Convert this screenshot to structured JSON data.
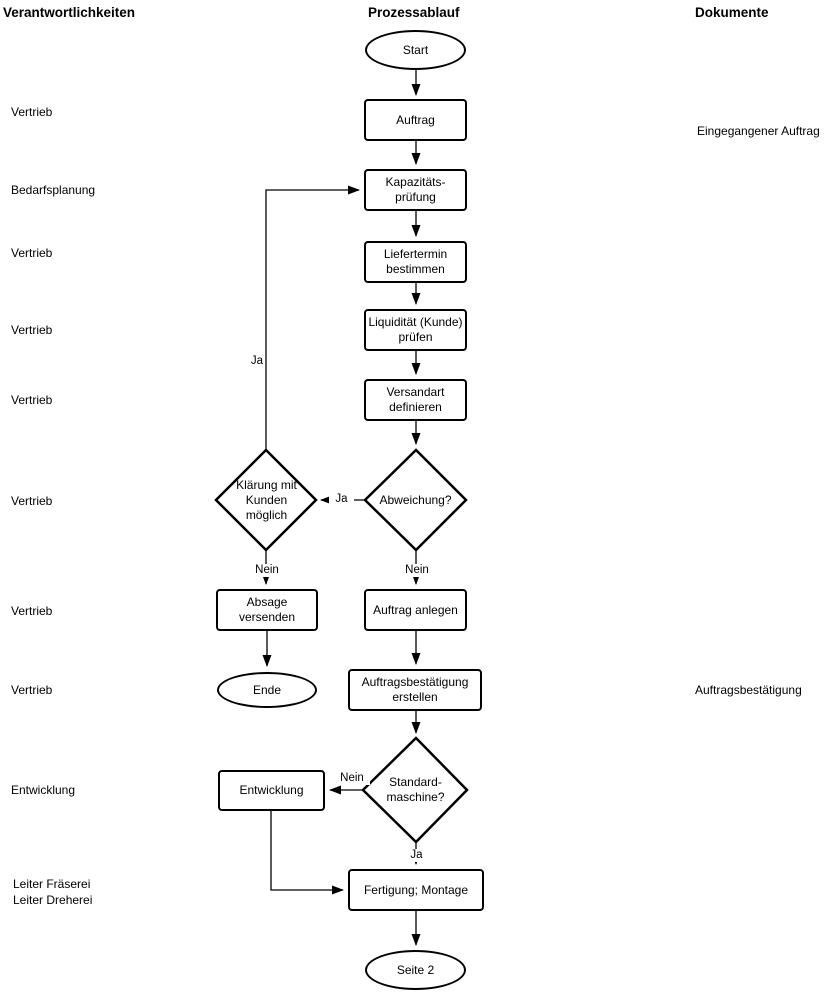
{
  "headers": {
    "responsibilities": "Verantwortlichkeiten",
    "process": "Prozessablauf",
    "documents": "Dokumente"
  },
  "colors": {
    "stroke": "#000000",
    "fill": "#ffffff",
    "text": "#000000"
  },
  "process": {
    "start": "Start",
    "auftrag": "Auftrag",
    "kapazitaetspruefung": "Kapazitäts-\nprüfung",
    "liefertermin": "Liefertermin\nbestimmen",
    "liquiditaet": "Liquidität (Kunde)\nprüfen",
    "versandart": "Versandart\ndefinieren",
    "abweichung": "Abweichung?",
    "klaerung": "Klärung mit\nKunden\nmöglich",
    "absage": "Absage\nversenden",
    "ende": "Ende",
    "auftrag_anlegen": "Auftrag anlegen",
    "auftragsbestaetigung": "Auftragsbestätigung\nerstellen",
    "standardmaschine": "Standard-\nmaschine?",
    "entwicklung": "Entwicklung",
    "fertigung": "Fertigung; Montage",
    "seite2": "Seite 2"
  },
  "edge_labels": {
    "klaerung_ja": "Ja",
    "abweichung_ja": "Ja",
    "klaerung_nein": "Nein",
    "abweichung_nein": "Nein",
    "standard_nein": "Nein",
    "standard_ja": "Ja"
  },
  "responsibilities": [
    "Vertrieb",
    "Bedarfsplanung",
    "Vertrieb",
    "Vertrieb",
    "Vertrieb",
    "Vertrieb",
    "Vertrieb",
    "Vertrieb",
    "Entwicklung",
    "Leiter Fräserei\nLeiter Dreherei"
  ],
  "documents": [
    "Eingegangener Auftrag",
    "Auftragsbestätigung"
  ]
}
